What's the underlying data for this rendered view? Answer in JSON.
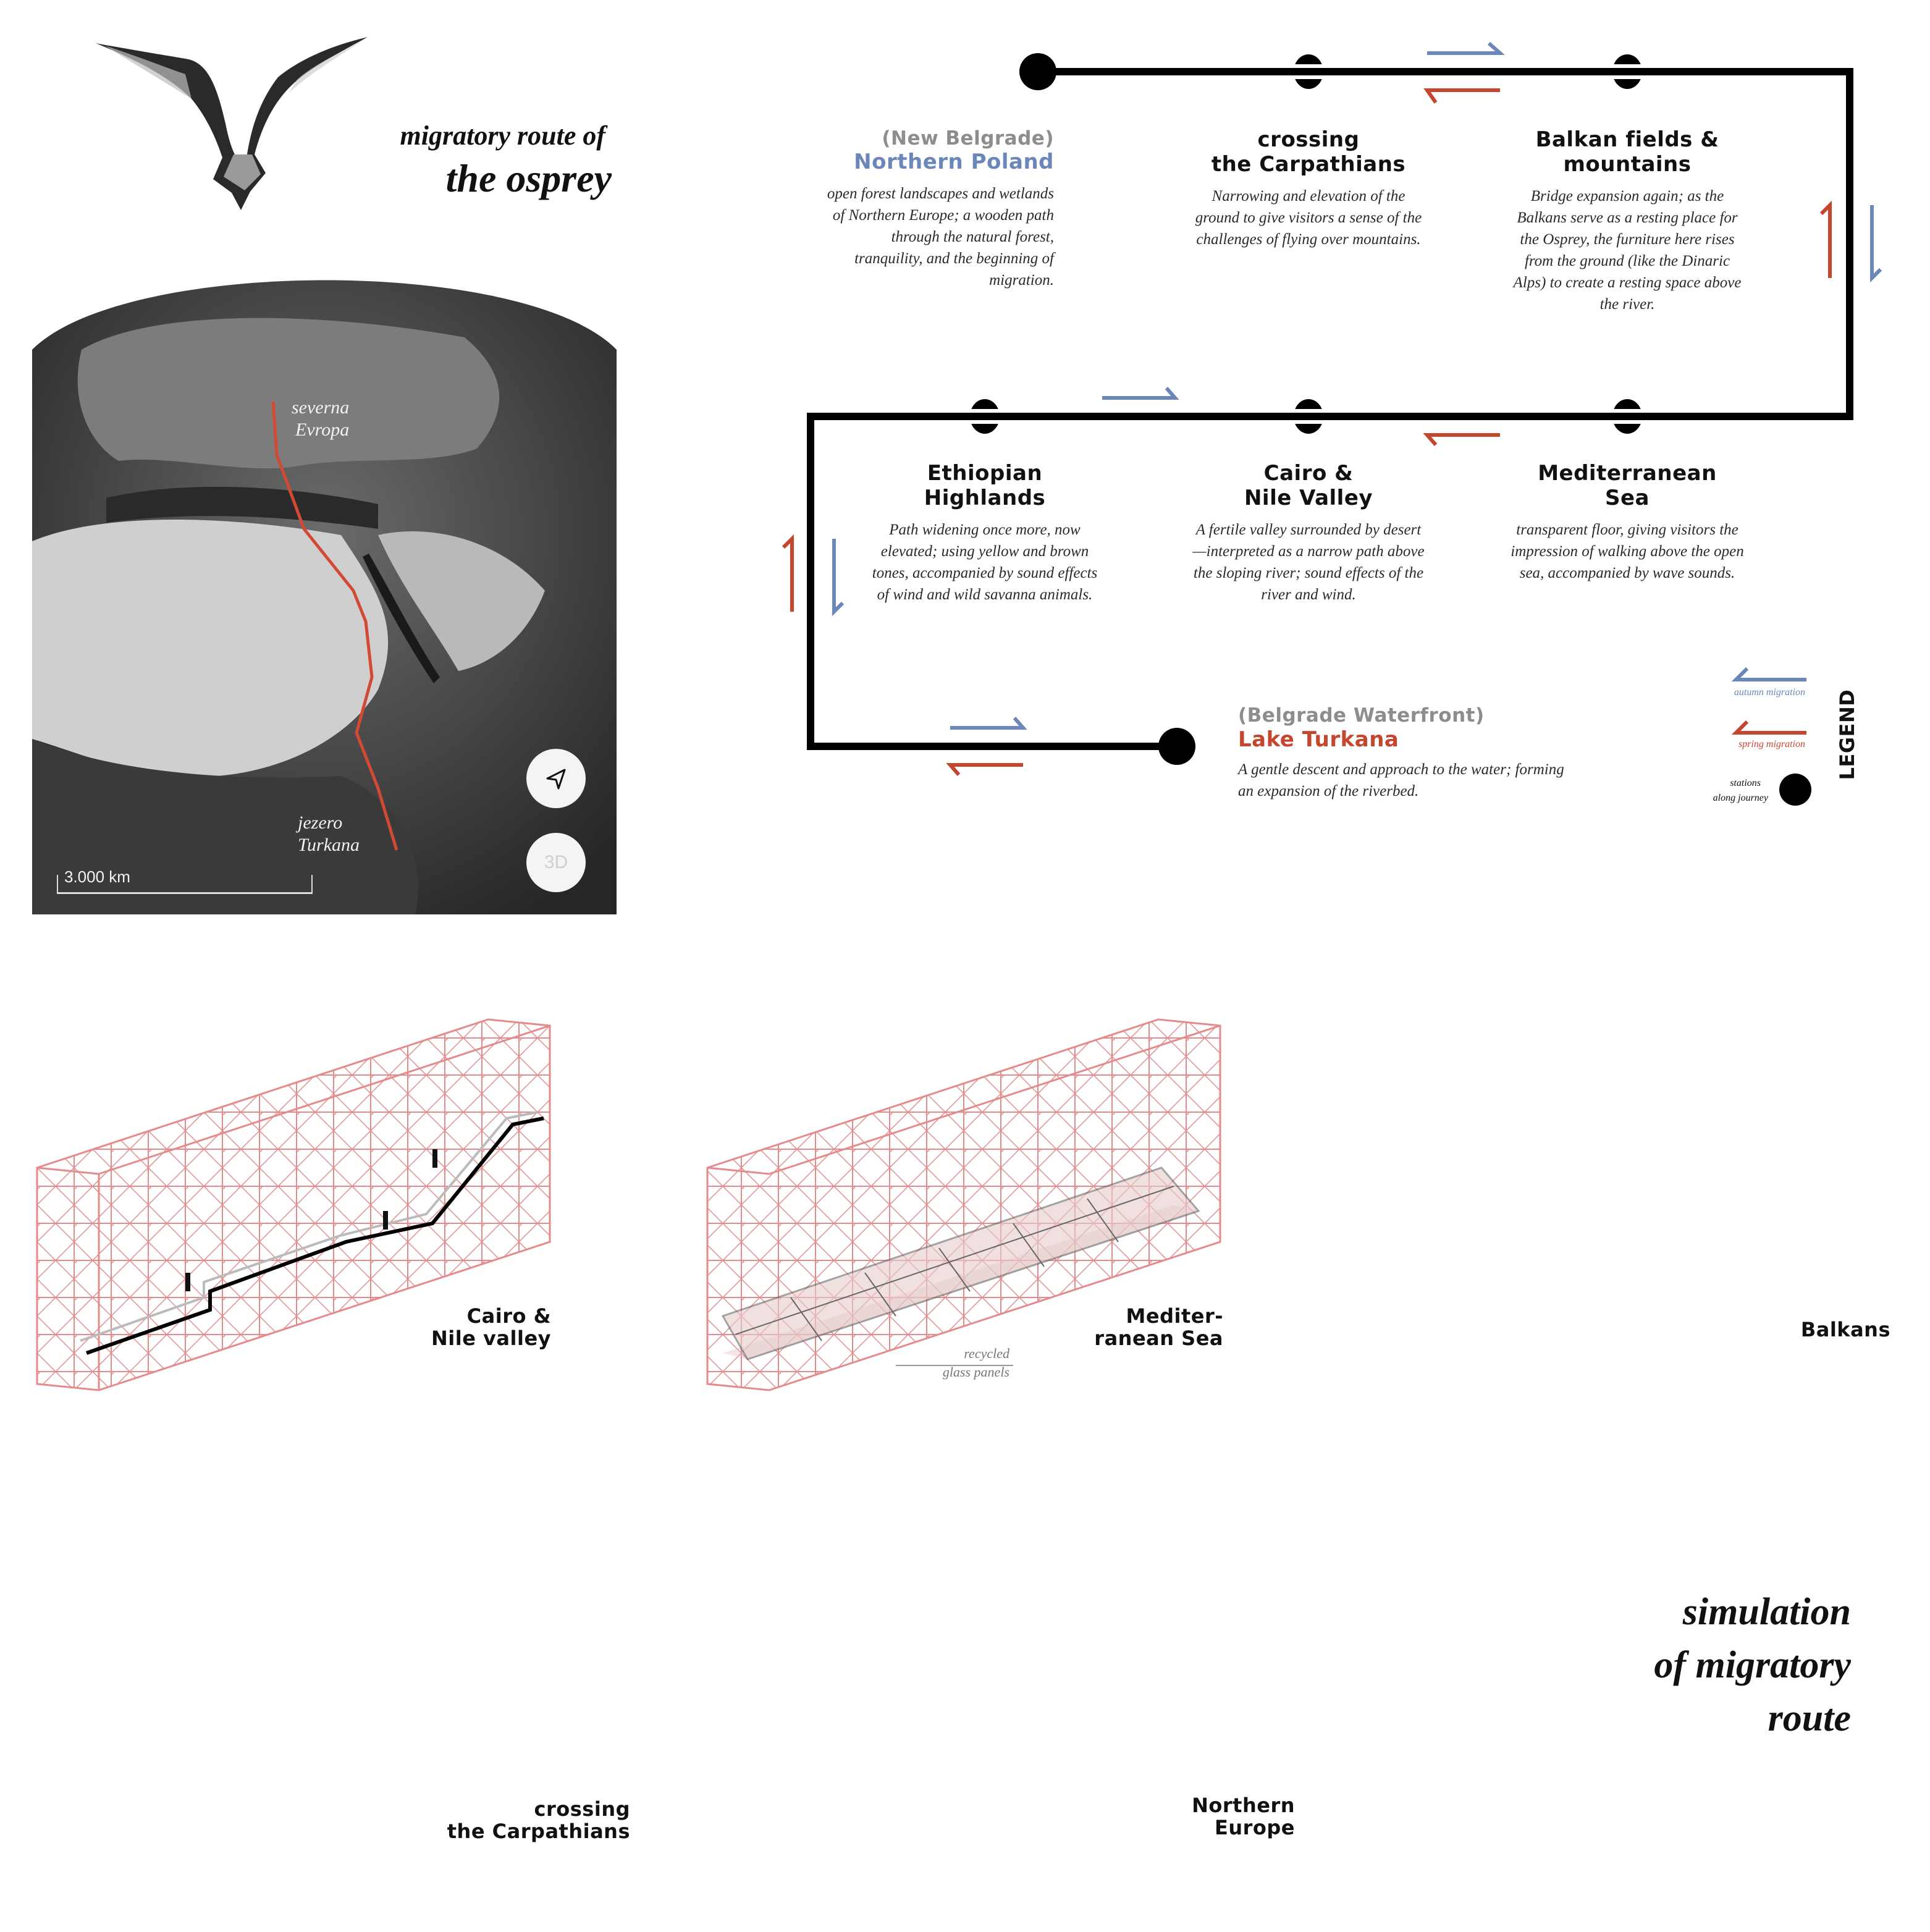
{
  "header": {
    "title_line1": "migratory route of",
    "title_line2": "the osprey"
  },
  "bird": {
    "icon": "osprey-illustration"
  },
  "map": {
    "labels": [
      {
        "line1": "severna",
        "line2": "Evropa"
      },
      {
        "line1": "jezero",
        "line2": "Turkana"
      }
    ],
    "scale_label": "3.000 km",
    "buttons": {
      "compass_icon": "navigation-arrow-icon",
      "view_3d_label": "3D"
    },
    "route_color": "#d24a34"
  },
  "route": {
    "line_color": "#000000",
    "autumn_color": "#6b86b8",
    "spring_color": "#c5462f",
    "stations": [
      {
        "subtitle": "(New Belgrade)",
        "title": "Northern Poland",
        "desc": "open forest landscapes and wetlands of Northern Europe; a wooden path through the natural forest, tranquility, and the beginning of migration."
      },
      {
        "title_line1": "crossing",
        "title_line2": "the Carpathians",
        "desc": "Narrowing and elevation of the ground to give visitors a sense of the challenges of flying over mountains."
      },
      {
        "title_line1": "Balkan fields &",
        "title_line2": "mountains",
        "desc": "Bridge expansion again; as the Balkans serve as a resting place for the Osprey, the furniture here rises from the ground (like the Dinaric Alps) to create a resting space above the river."
      },
      {
        "title_line1": "Mediterranean",
        "title_line2": "Sea",
        "desc": "transparent floor, giving visitors the impression of walking above the open sea, accompanied by wave sounds."
      },
      {
        "title_line1": "Cairo &",
        "title_line2": "Nile Valley",
        "desc": "A fertile valley surrounded by desert—interpreted as a narrow path above the sloping river; sound effects of the river and wind."
      },
      {
        "title_line1": "Ethiopian",
        "title_line2": "Highlands",
        "desc": "Path widening once more, now elevated; using yellow and brown tones, accompanied by sound effects of wind and wild savanna animals."
      },
      {
        "subtitle": "(Belgrade Waterfront)",
        "title": "Lake Turkana",
        "desc": "A gentle descent and approach to the water; forming an expansion of the riverbed."
      }
    ]
  },
  "legend": {
    "heading": "LEGEND",
    "autumn": "autumn migration",
    "spring": "spring migration",
    "stations_line1": "stations",
    "stations_line2": "along journey"
  },
  "simulations": {
    "title_line1": "simulation",
    "title_line2": "of migratory",
    "title_line3": "route",
    "frame_color": "#e58a8a",
    "panels": [
      {
        "label_line1": "Cairo &",
        "label_line2": "Nile valley"
      },
      {
        "label_line1": "Mediter-",
        "label_line2": "ranean Sea",
        "note_line1": "recycled",
        "note_line2": "glass panels"
      },
      {
        "label_line1": "Balkans"
      },
      {
        "label_line1": "crossing",
        "label_line2": "the Carpathians"
      },
      {
        "label_line1": "Northern",
        "label_line2": "Europe"
      }
    ]
  }
}
